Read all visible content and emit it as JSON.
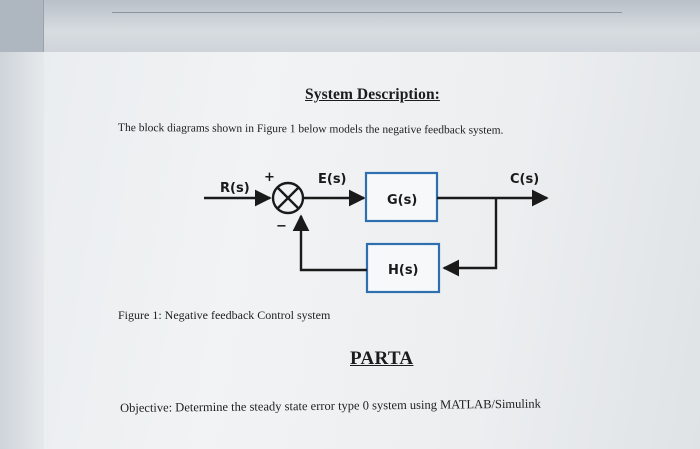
{
  "document": {
    "heading": "System Description:",
    "intro": "The block diagrams shown in Figure 1 below models the negative feedback system.",
    "caption": "Figure 1: Negative feedback Control system",
    "part_title": "PARTA",
    "objective": "Objective: Determine the steady state error type 0 system using MATLAB/Simulink"
  },
  "diagram": {
    "input_label": "R(s)",
    "error_label": "E(s)",
    "output_label": "C(s)",
    "forward_block": "G(s)",
    "feedback_block": "H(s)",
    "plus_sign": "+",
    "minus_sign": "−",
    "block_border_color": "#2f6fb0",
    "line_color": "#1a1a1a"
  }
}
